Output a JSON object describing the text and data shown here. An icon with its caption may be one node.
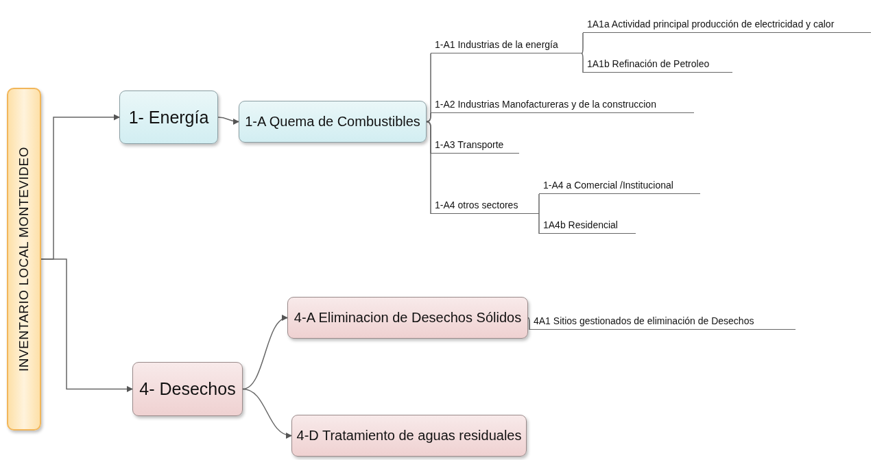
{
  "diagram": {
    "nodes": [
      {
        "text": [
          "INVENTARIO LOCAL MONTEVIDEO"
        ]
      },
      {
        "text": [
          "1- Energía"
        ]
      },
      {
        "text": [
          "1-A Quema de Combustibles"
        ]
      },
      {
        "text": [
          "1-A1 Industrias de la energía"
        ]
      },
      {
        "text": [
          "1A1a Actividad principal producción de electricidad y calor"
        ]
      },
      {
        "text": [
          "1A1b Refinación de Petroleo"
        ]
      },
      {
        "text": [
          "1-A2 Industrias Manofactureras y de la construccion"
        ]
      },
      {
        "text": [
          "1-A3 Transporte"
        ]
      },
      {
        "text": [
          "1-A4 otros sectores"
        ]
      },
      {
        "text": [
          "1-A4 a Comercial /Institucional"
        ]
      },
      {
        "text": [
          "1A4b Residencial"
        ]
      },
      {
        "text": [
          "4- Desechos"
        ]
      },
      {
        "text": [
          "4-A Eliminacion de Desechos Sólidos"
        ]
      },
      {
        "text": [
          "4A1 Sitios gestionados de eliminación de Desechos"
        ]
      },
      {
        "text": [
          "4-D Tratamiento de aguas residuales"
        ]
      }
    ],
    "edges": [
      {
        "from": 0,
        "to": 1,
        "arrow": "to"
      },
      {
        "from": 0,
        "to": 11,
        "arrow": "to"
      },
      {
        "from": 1,
        "to": 2,
        "arrow": "to"
      },
      {
        "from": 2,
        "to": 3,
        "arrow": "none"
      },
      {
        "from": 3,
        "to": 4,
        "arrow": "none"
      },
      {
        "from": 3,
        "to": 5,
        "arrow": "none"
      },
      {
        "from": 2,
        "to": 6,
        "arrow": "none"
      },
      {
        "from": 2,
        "to": 7,
        "arrow": "none"
      },
      {
        "from": 2,
        "to": 8,
        "arrow": "none"
      },
      {
        "from": 8,
        "to": 9,
        "arrow": "none"
      },
      {
        "from": 8,
        "to": 10,
        "arrow": "none"
      },
      {
        "from": 11,
        "to": 12,
        "arrow": "to"
      },
      {
        "from": 11,
        "to": 14,
        "arrow": "to"
      },
      {
        "from": 12,
        "to": 13,
        "arrow": "none"
      }
    ]
  }
}
